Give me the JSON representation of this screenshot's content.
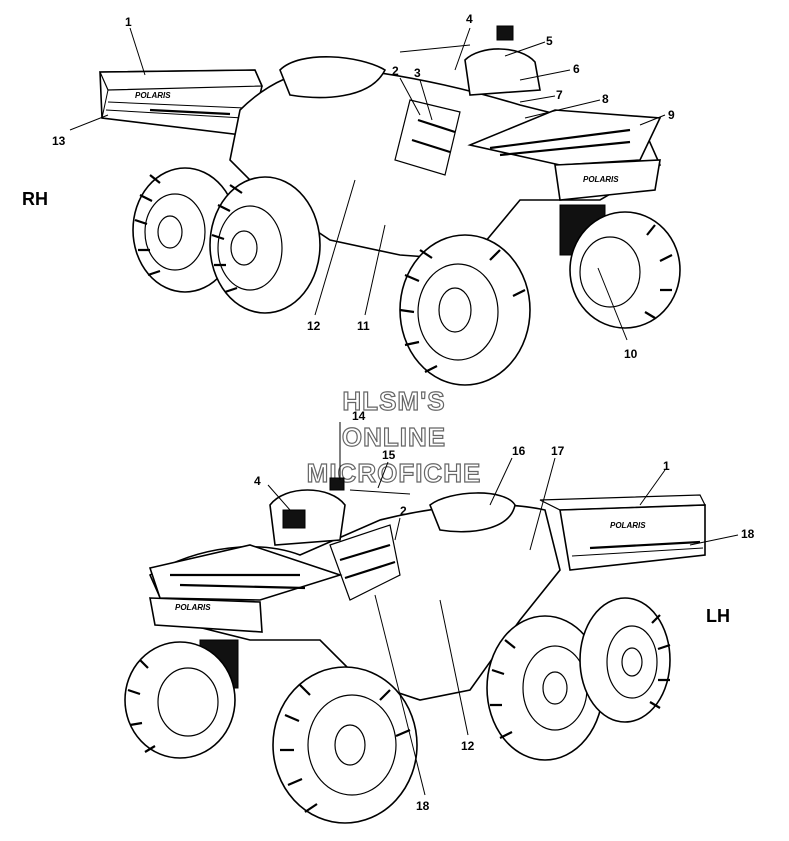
{
  "diagram": {
    "views": [
      {
        "id": "rh",
        "side_label": "RH",
        "callouts": [
          "1",
          "2",
          "3",
          "4",
          "5",
          "6",
          "7",
          "8",
          "9",
          "10",
          "11",
          "12",
          "13"
        ]
      },
      {
        "id": "lh",
        "side_label": "LH",
        "callouts": [
          "1",
          "2",
          "4",
          "12",
          "14",
          "15",
          "16",
          "17",
          "18",
          "18"
        ]
      }
    ],
    "brand_decal_text": "POLARIS",
    "watermark": [
      "HLSM'S",
      "ONLINE",
      "MICROFICHE"
    ]
  }
}
